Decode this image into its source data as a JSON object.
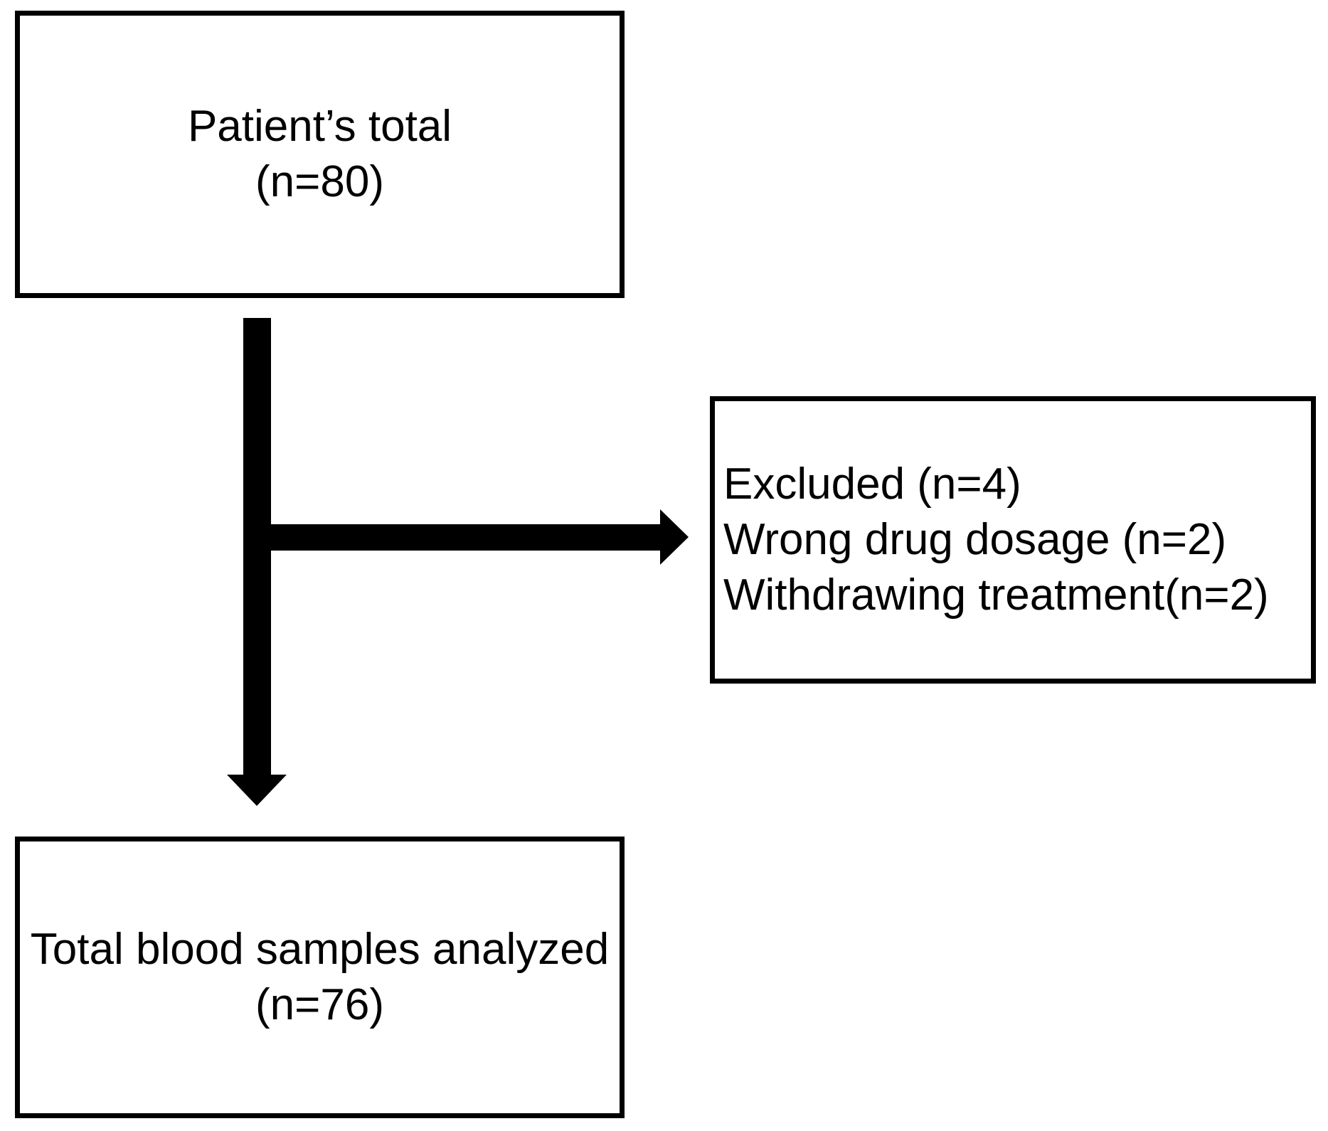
{
  "colors": {
    "background": "#ffffff",
    "box_border": "#000000",
    "text": "#000000",
    "arrow": "#000000"
  },
  "nodes": [
    {
      "id": "patients-total",
      "lines": [
        "Patient’s total",
        "(n=80)"
      ]
    },
    {
      "id": "excluded",
      "lines": [
        "Excluded (n=4)",
        "Wrong drug dosage (n=2)",
        "Withdrawing treatment(n=2)"
      ]
    },
    {
      "id": "samples-analyzed",
      "lines": [
        "Total blood samples analyzed",
        "(n=76)"
      ]
    }
  ],
  "edges": [
    {
      "from": "patients-total",
      "to": "samples-analyzed",
      "direction": "down"
    },
    {
      "from": "patients-total",
      "to": "excluded",
      "direction": "right"
    }
  ]
}
